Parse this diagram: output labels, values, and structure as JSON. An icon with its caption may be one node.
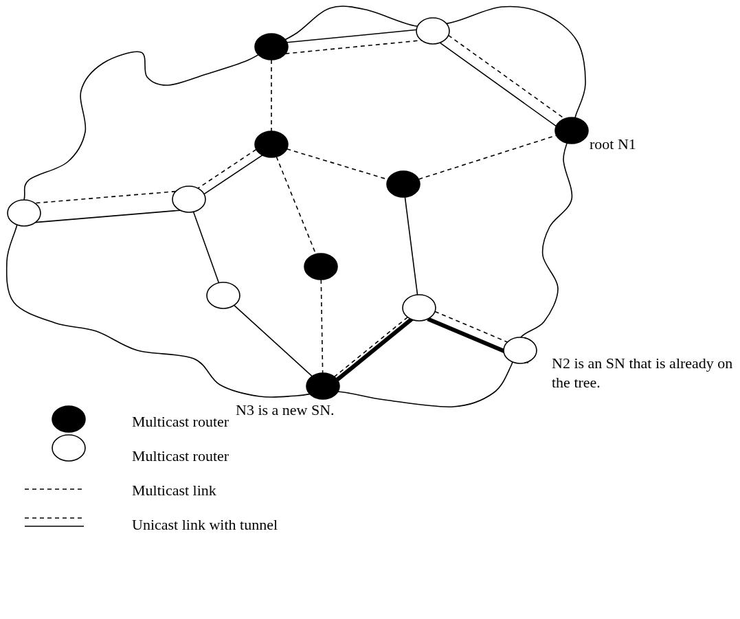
{
  "diagram": {
    "nodes": [
      {
        "text": [],
        "shape": "circle"
      },
      {
        "text": [],
        "shape": "dot"
      },
      {
        "text": [],
        "shape": "dot",
        "beside": [
          "root N1"
        ]
      },
      {
        "text": [],
        "shape": "dot"
      },
      {
        "text": [],
        "shape": "dot"
      },
      {
        "text": [],
        "shape": "circle"
      },
      {
        "text": [],
        "shape": "circle"
      },
      {
        "text": [],
        "shape": "dot"
      },
      {
        "text": [],
        "shape": "circle"
      },
      {
        "text": [],
        "shape": "circle"
      },
      {
        "text": [],
        "shape": "circle",
        "beside": [
          "N2 is an SN that is already on the tree."
        ]
      },
      {
        "text": [],
        "shape": "dot",
        "beside": [
          "N3 is a new SN."
        ]
      }
    ],
    "edges": [
      {
        "from": 1,
        "to": 0,
        "arrow": "none",
        "style": "dashed"
      },
      {
        "from": 1,
        "to": 0,
        "arrow": "none"
      },
      {
        "from": 0,
        "to": 2,
        "arrow": "none",
        "style": "dashed"
      },
      {
        "from": 0,
        "to": 2,
        "arrow": "none"
      },
      {
        "from": 1,
        "to": 3,
        "arrow": "none",
        "style": "dashed"
      },
      {
        "from": 3,
        "to": 4,
        "arrow": "none",
        "style": "dashed"
      },
      {
        "from": 4,
        "to": 2,
        "arrow": "none",
        "style": "dashed"
      },
      {
        "from": 3,
        "to": 5,
        "arrow": "none",
        "style": "dashed"
      },
      {
        "from": 3,
        "to": 5,
        "arrow": "none"
      },
      {
        "from": 5,
        "to": 6,
        "arrow": "none",
        "style": "dashed"
      },
      {
        "from": 5,
        "to": 6,
        "arrow": "none"
      },
      {
        "from": 3,
        "to": 7,
        "arrow": "none",
        "style": "dashed"
      },
      {
        "from": 7,
        "to": 11,
        "arrow": "none",
        "style": "dashed"
      },
      {
        "from": 5,
        "to": 8,
        "arrow": "none"
      },
      {
        "from": 8,
        "to": 11,
        "arrow": "none"
      },
      {
        "from": 4,
        "to": 9,
        "arrow": "none"
      },
      {
        "from": 9,
        "to": 11,
        "arrow": "none",
        "style": "dashed"
      },
      {
        "from": 9,
        "to": 10,
        "arrow": "none",
        "style": "dashed"
      },
      {
        "from": 11,
        "to": 9,
        "arrow": "none",
        "style": "thick"
      },
      {
        "from": 9,
        "to": 10,
        "arrow": "none",
        "style": "thick"
      }
    ],
    "legend": [
      {
        "text": "Multicast router"
      },
      {
        "text": "Multicast router"
      },
      {
        "text": "Multicast link"
      },
      {
        "text": "Unicast link with tunnel"
      }
    ]
  }
}
